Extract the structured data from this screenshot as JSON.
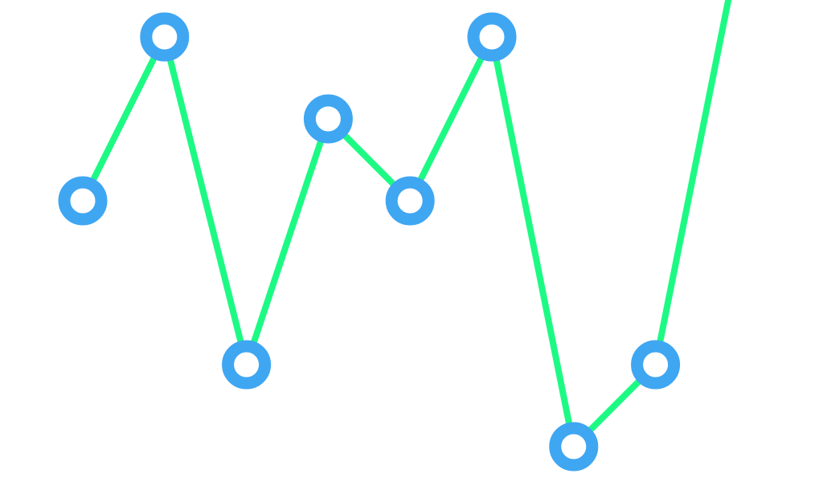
{
  "chart_data": {
    "type": "line",
    "x": [
      1,
      2,
      3,
      4,
      5,
      6,
      7,
      8,
      9
    ],
    "series": [
      {
        "values": [
          5,
          7,
          3,
          6,
          5,
          7,
          2,
          3,
          8
        ]
      }
    ],
    "grid": false,
    "legend": "none",
    "line_color": "#1dfa84",
    "marker_color": "#3fa6f2",
    "marker_fill": "#ffffff"
  }
}
